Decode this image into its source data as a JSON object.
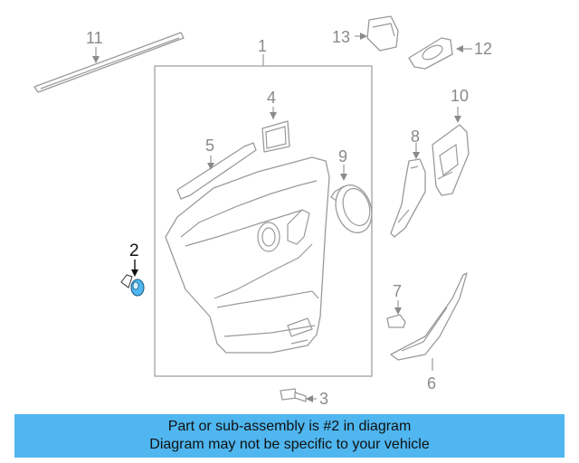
{
  "diagram": {
    "callouts": {
      "c1": "1",
      "c2": "2",
      "c3": "3",
      "c4": "4",
      "c5": "5",
      "c6": "6",
      "c7": "7",
      "c8": "8",
      "c9": "9",
      "c10": "10",
      "c11": "11",
      "c12": "12",
      "c13": "13"
    },
    "highlighted_part": "2",
    "colors": {
      "highlight": "#4fb6ef",
      "line": "#9a9a9a",
      "banner": "#4fb6ef"
    }
  },
  "banner": {
    "line1": "Part or sub-assembly is #2 in diagram",
    "line2": "Diagram may not be specific to your vehicle"
  }
}
